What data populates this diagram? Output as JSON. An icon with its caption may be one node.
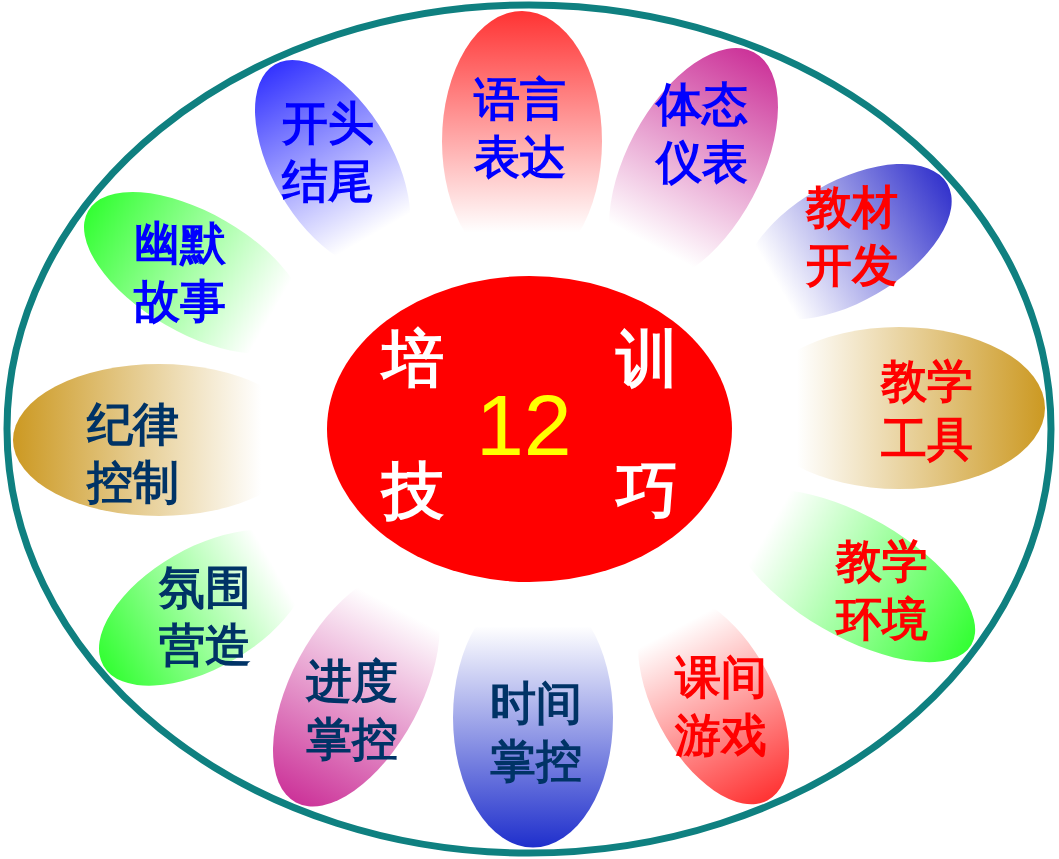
{
  "diagram": {
    "nodes": [
      {
        "text": [
          "培训",
          "12",
          "技巧"
        ]
      },
      {
        "text": [
          "语言表达"
        ]
      },
      {
        "text": [
          "体态仪表"
        ]
      },
      {
        "text": [
          "教材开发"
        ]
      },
      {
        "text": [
          "教学工具"
        ]
      },
      {
        "text": [
          "教学环境"
        ]
      },
      {
        "text": [
          "课间游戏"
        ]
      },
      {
        "text": [
          "时间掌控"
        ]
      },
      {
        "text": [
          "进度掌控"
        ]
      },
      {
        "text": [
          "氛围营造"
        ]
      },
      {
        "text": [
          "纪律控制"
        ]
      },
      {
        "text": [
          "幽默故事"
        ]
      },
      {
        "text": [
          "开头结尾"
        ]
      }
    ]
  }
}
